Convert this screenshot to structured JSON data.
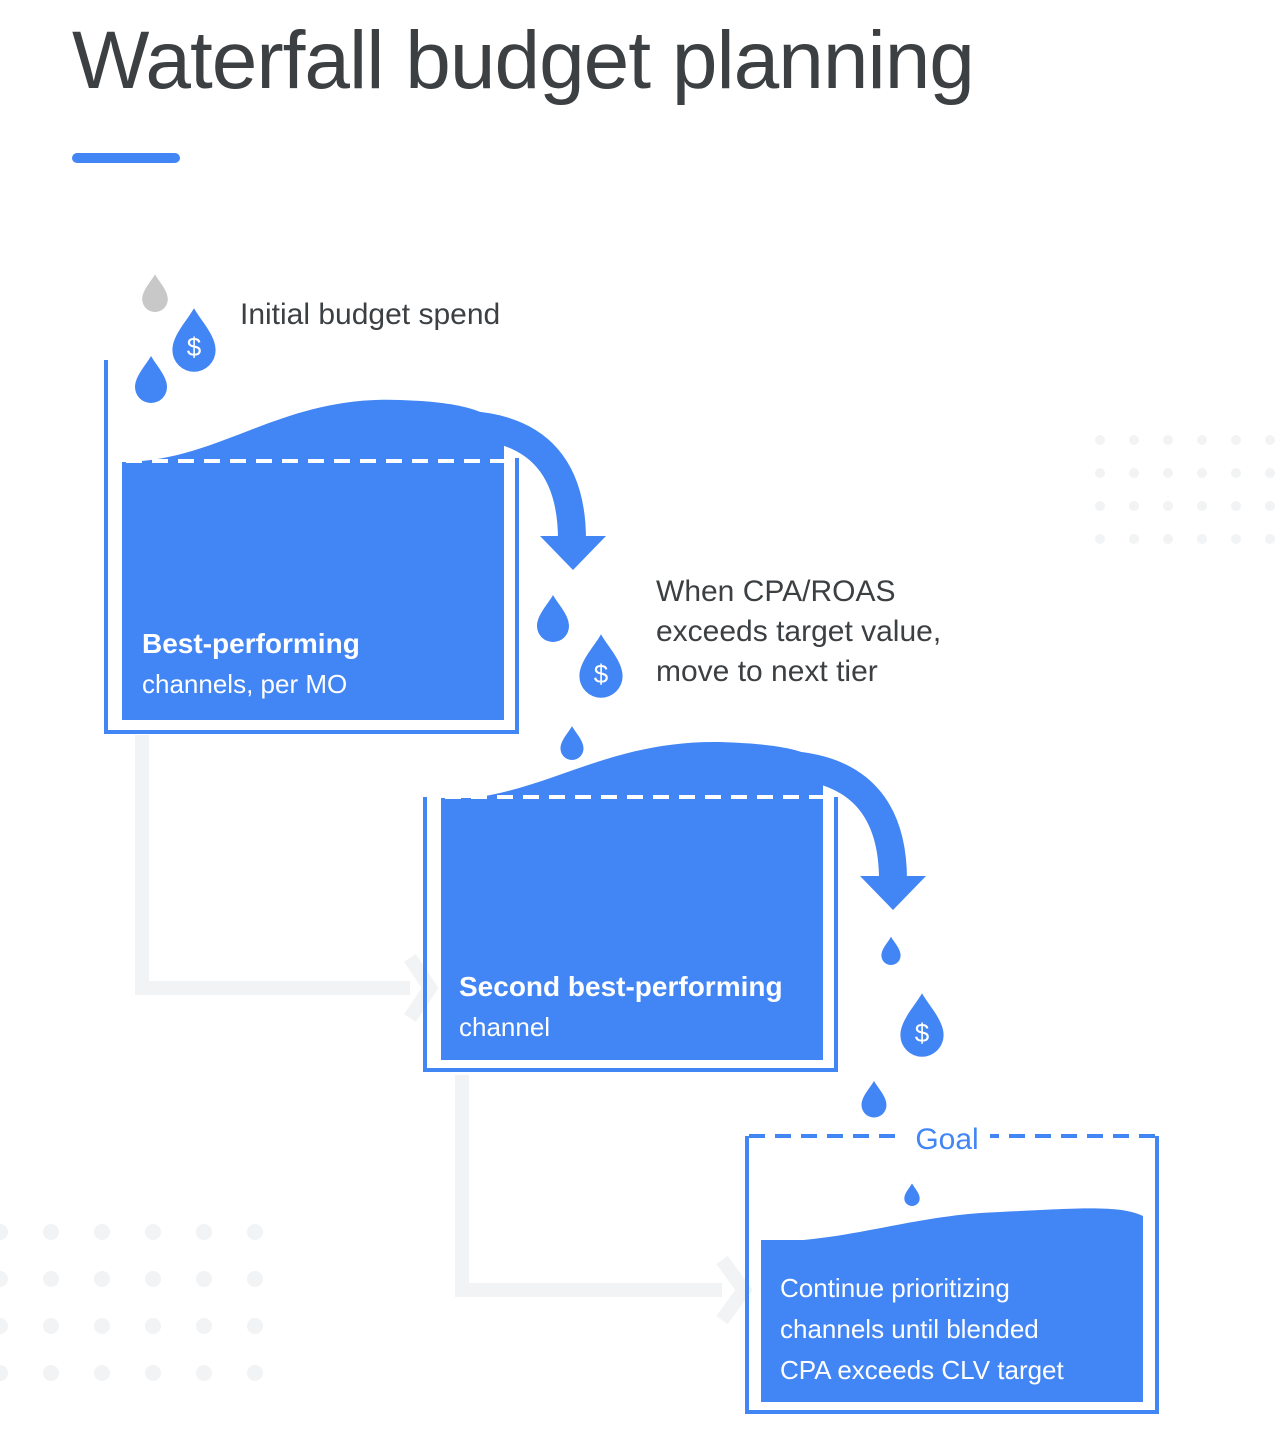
{
  "title": "Waterfall budget planning",
  "labels": {
    "initial_spend": "Initial budget spend",
    "move_condition": [
      "When CPA/ROAS",
      "exceeds target value,",
      "move to next tier"
    ],
    "goal": "Goal"
  },
  "tiers": [
    {
      "heading": "Best-performing",
      "subheading": "channels, per MO"
    },
    {
      "heading": "Second best-performing",
      "subheading": "channel"
    },
    {
      "lines": [
        "Continue prioritizing",
        "channels until blended",
        "CPA exceeds CLV target"
      ]
    }
  ],
  "drop_symbol": "$",
  "colors": {
    "accent": "#4285f4",
    "title": "#3c4043",
    "drop_gray": "#c8c8c8",
    "connector": "#f1f3f4"
  }
}
